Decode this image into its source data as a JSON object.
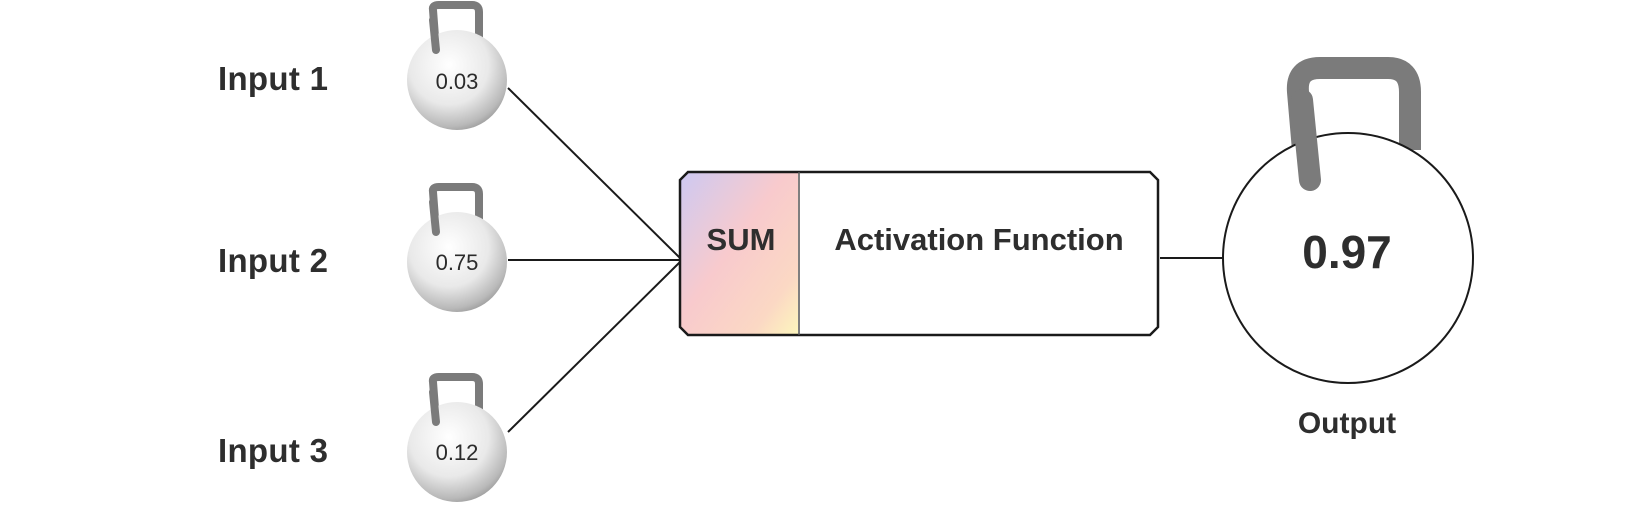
{
  "inputs": [
    {
      "label": "Input 1",
      "weight": "0.03"
    },
    {
      "label": "Input 2",
      "weight": "0.75"
    },
    {
      "label": "Input 3",
      "weight": "0.12"
    }
  ],
  "sum_label": "SUM",
  "activation_label": "Activation Function",
  "output": {
    "value": "0.97",
    "label": "Output"
  },
  "icons": {
    "weight": "kettlebell-icon",
    "output": "kettlebell-icon"
  },
  "colors": {
    "line": "#1a1a1a",
    "kettlebell_handle": "#7a7a7a",
    "sum_gradient": [
      "#cfc9f0",
      "#f9c9cc",
      "#fdf5c0"
    ]
  }
}
